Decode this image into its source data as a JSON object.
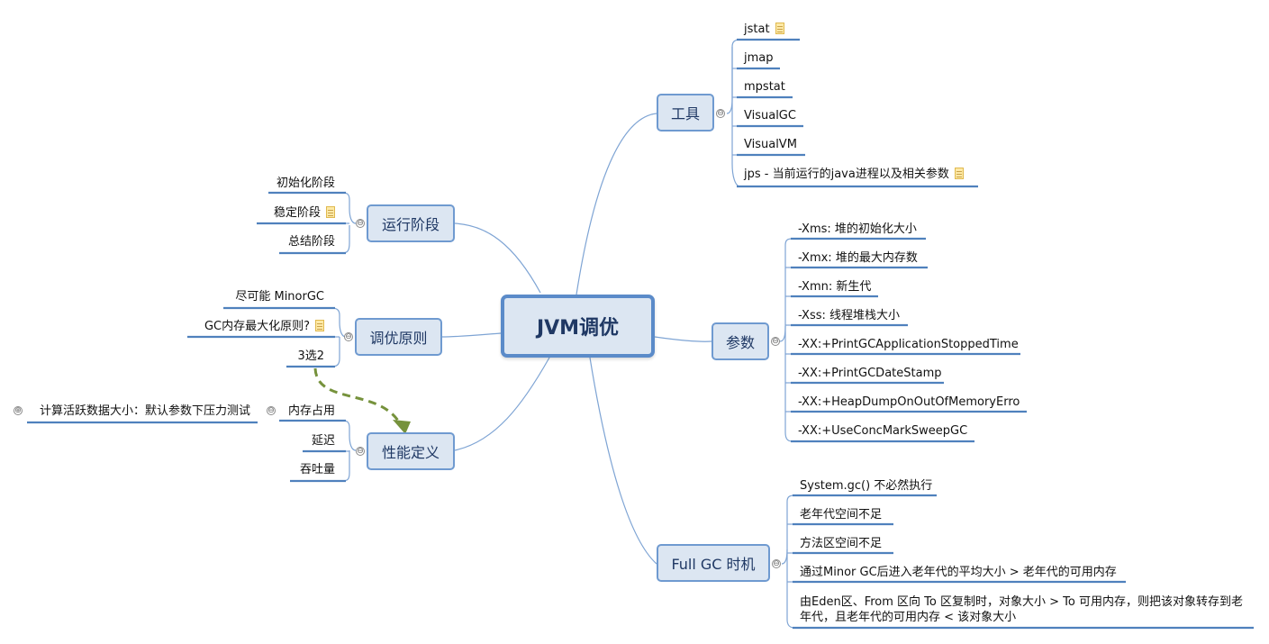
{
  "central": "JVM调优",
  "branches": {
    "tools": {
      "label": "工具",
      "items": [
        "jstat",
        "jmap",
        "mpstat",
        "VisualGC",
        "VisualVM",
        "jps - 当前运行的java进程以及相关参数"
      ]
    },
    "params": {
      "label": "参数",
      "items": [
        "-Xms: 堆的初始化大小",
        "-Xmx: 堆的最大内存数",
        "-Xmn: 新生代",
        "-Xss: 线程堆栈大小",
        "-XX:+PrintGCApplicationStoppedTime",
        "-XX:+PrintGCDateStamp",
        "-XX:+HeapDumpOnOutOfMemoryErro",
        "-XX:+UseConcMarkSweepGC"
      ]
    },
    "fullgc": {
      "label": "Full GC 时机",
      "items": [
        "System.gc() 不必然执行",
        "老年代空间不足",
        "方法区空间不足",
        "通过Minor GC后进入老年代的平均大小 > 老年代的可用内存",
        "由Eden区、From 区向 To 区复制时，对象大小 > To 可用内存，则把该对象转存到老年代，且老年代的可用内存 < 该对象大小"
      ]
    },
    "run": {
      "label": "运行阶段",
      "items": [
        "初始化阶段",
        "稳定阶段",
        "总结阶段"
      ]
    },
    "principle": {
      "label": "调优原则",
      "items": [
        "尽可能 MinorGC",
        "GC内存最大化原则?",
        "3选2"
      ]
    },
    "perf": {
      "label": "性能定义",
      "items": [
        "内存占用",
        "延迟",
        "吞吐量"
      ],
      "sub_item": "计算活跃数据大小：默认参数下压力测试"
    }
  },
  "colors": {
    "node_fill": "#dce6f2",
    "node_border": "#6f9ad0",
    "line": "#6f9ad0",
    "relation": "#76923c"
  }
}
